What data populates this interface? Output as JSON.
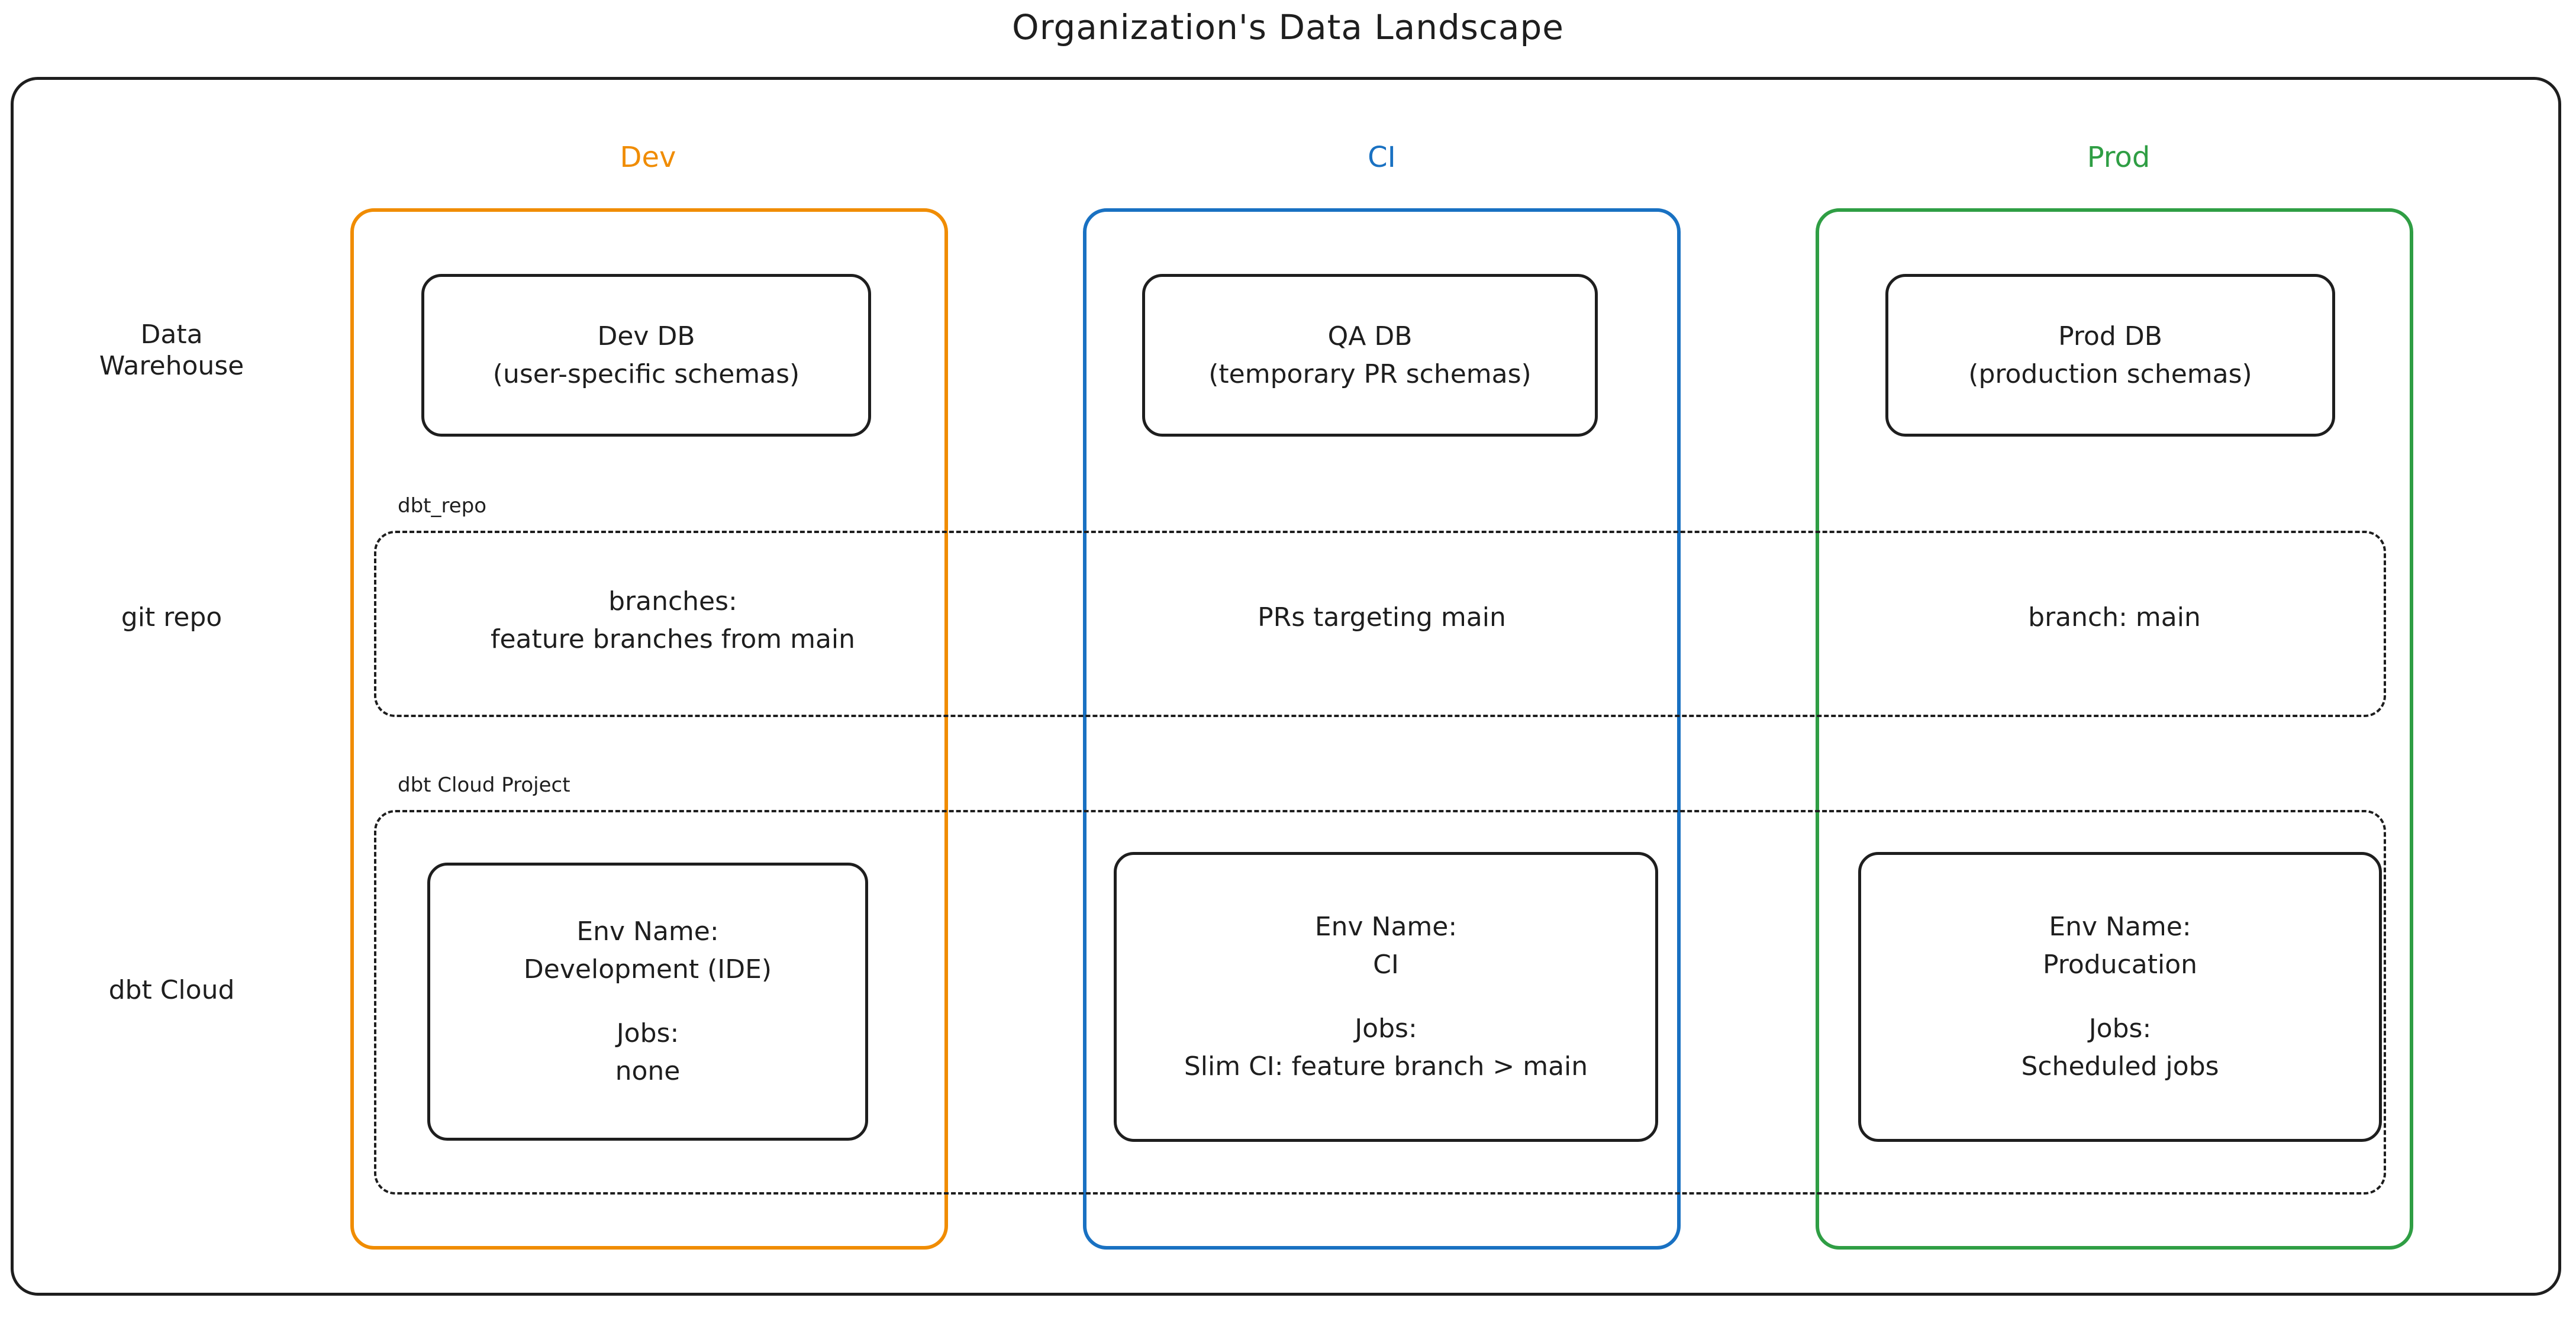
{
  "title": "Organization's Data Landscape",
  "rows": [
    {
      "key": "data-warehouse",
      "label": "Data\nWarehouse"
    },
    {
      "key": "git-repo",
      "label": "git repo"
    },
    {
      "key": "dbt-cloud",
      "label": "dbt Cloud"
    }
  ],
  "columns": [
    {
      "key": "dev",
      "label": "Dev",
      "color": "#f08c00"
    },
    {
      "key": "ci",
      "label": "CI",
      "color": "#1971c2"
    },
    {
      "key": "prod",
      "label": "Prod",
      "color": "#2f9e44"
    }
  ],
  "groups": {
    "git_repo": {
      "caption": "dbt_repo"
    },
    "dbt_cloud": {
      "caption": "dbt Cloud Project"
    }
  },
  "data_warehouse": {
    "dev": {
      "name": "Dev DB",
      "detail": "(user-specific schemas)"
    },
    "ci": {
      "name": "QA DB",
      "detail": "(temporary PR schemas)"
    },
    "prod": {
      "name": "Prod DB",
      "detail": "(production schemas)"
    }
  },
  "git_repo": {
    "dev": "branches:\nfeature branches from main",
    "ci": "PRs targeting main",
    "prod": "branch: main"
  },
  "dbt_cloud": {
    "dev": {
      "env_name_label": "Env Name:",
      "env_name_value": "Development (IDE)",
      "jobs_label": "Jobs:",
      "jobs_value": "none"
    },
    "ci": {
      "env_name_label": "Env Name:",
      "env_name_value": "CI",
      "jobs_label": "Jobs:",
      "jobs_value": "Slim CI: feature branch > main"
    },
    "prod": {
      "env_name_label": "Env Name:",
      "env_name_value": "Producation",
      "jobs_label": "Jobs:",
      "jobs_value": "Scheduled jobs"
    }
  }
}
